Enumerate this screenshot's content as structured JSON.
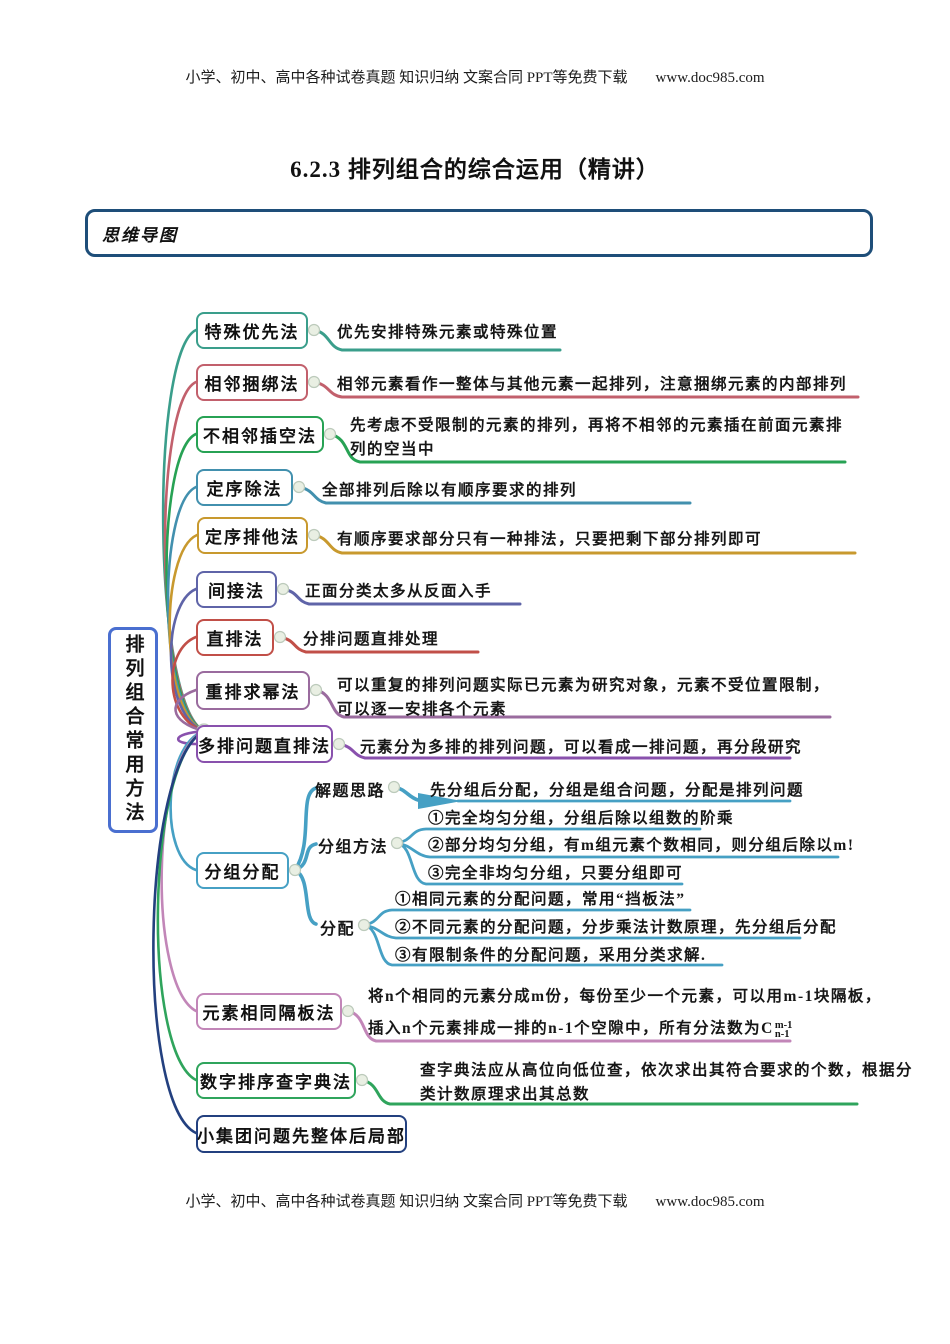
{
  "page": {
    "header_text": "小学、初中、高中各种试卷真题 知识归纳 文案合同 PPT等免费下载",
    "header_url": "www.doc985.com",
    "footer_text": "小学、初中、高中各种试卷真题 知识归纳 文案合同 PPT等免费下载",
    "footer_url": "www.doc985.com",
    "title": "6.2.3 排列组合的综合运用（精讲）",
    "section_label": "思维导图"
  },
  "mindmap": {
    "root": "排列组合常用方法",
    "root_color": "#4a6fd0",
    "branches": [
      {
        "label": "特殊优先法",
        "color": "#3a9e8b",
        "lines": [
          "优先安排特殊元素或特殊位置"
        ]
      },
      {
        "label": "相邻捆绑法",
        "color": "#c2606c",
        "lines": [
          "相邻元素看作一整体与其他元素一起排列，注意捆绑元素的内部排列"
        ]
      },
      {
        "label": "不相邻插空法",
        "color": "#27a254",
        "lines": [
          "先考虑不受限制的元素的排列，再将不相邻的元素插在前面元素排",
          "列的空当中"
        ]
      },
      {
        "label": "定序除法",
        "color": "#4290ae",
        "lines": [
          "全部排列后除以有顺序要求的排列"
        ]
      },
      {
        "label": "定序排他法",
        "color": "#c8992e",
        "lines": [
          "有顺序要求部分只有一种排法，只要把剩下部分排列即可"
        ]
      },
      {
        "label": "间接法",
        "color": "#5f64a8",
        "lines": [
          "正面分类太多从反面入手"
        ]
      },
      {
        "label": "直排法",
        "color": "#c14f48",
        "lines": [
          "分排问题直排处理"
        ]
      },
      {
        "label": "重排求幂法",
        "color": "#9a6b9e",
        "lines": [
          "可以重复的排列问题实际已元素为研究对象，元素不受位置限制，",
          "可以逐一安排各个元素"
        ]
      },
      {
        "label": "多排问题直排法",
        "color": "#8951ad",
        "lines": [
          "元素分为多排的排列问题，可以看成一排问题，再分段研究"
        ]
      },
      {
        "label": "分组分配",
        "color": "#46a0c4",
        "children": [
          {
            "label": "解题思路",
            "lines": [
              "先分组后分配，分组是组合问题，分配是排列问题"
            ]
          },
          {
            "label": "分组方法",
            "lines": [
              "①完全均匀分组，分组后除以组数的阶乘",
              "②部分均匀分组，有m组元素个数相同，则分组后除以m!",
              "③完全非均匀分组，只要分组即可"
            ]
          },
          {
            "label": "分配",
            "lines": [
              "①相同元素的分配问题，常用“挡板法”",
              "②不同元素的分配问题，分步乘法计数原理，先分组后分配",
              "③有限制条件的分配问题，采用分类求解."
            ]
          }
        ]
      },
      {
        "label": "元素相同隔板法",
        "color": "#c286b8",
        "lines": [
          "将n个相同的元素分成m份，每份至少一个元素，可以用m-1块隔板，"
        ],
        "line2_prefix": "插入n个元素排成一排的n-1个空隙中，所有分法数为C",
        "formula_sup": "m-1",
        "formula_sub": "n-1"
      },
      {
        "label": "数字排序查字典法",
        "color": "#2fa45c",
        "lines": [
          "查字典法应从高位向低位查，依次求出其符合要求的个数，根据分",
          "类计数原理求出其总数"
        ]
      },
      {
        "label": "小集团问题先整体后局部",
        "color": "#23407f",
        "lines": []
      }
    ]
  }
}
